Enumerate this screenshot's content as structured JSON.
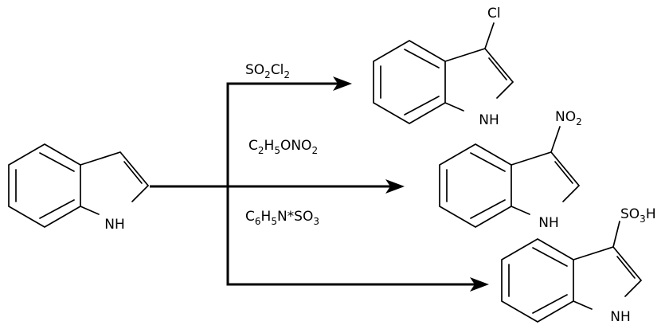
{
  "reactant": {
    "nh": "NH"
  },
  "reagents": {
    "r1": {
      "p1": "SO",
      "s1": "2",
      "p2": "Cl",
      "s2": "2"
    },
    "r2": {
      "p1": "C",
      "s1": "2",
      "p2": "H",
      "s2": "5",
      "p3": "ONO",
      "s3": "2"
    },
    "r3": {
      "p1": "C",
      "s1": "6",
      "p2": "H",
      "s2": "5",
      "p3": "N*SO",
      "s3": "3"
    }
  },
  "products": {
    "p1": {
      "nh": "NH",
      "substituent": {
        "main": "Cl"
      }
    },
    "p2": {
      "nh": "NH",
      "substituent": {
        "main": "NO",
        "sub": "2"
      }
    },
    "p3": {
      "nh": "NH",
      "substituent": {
        "pre": "SO",
        "sub": "3",
        "post": "H"
      }
    }
  }
}
